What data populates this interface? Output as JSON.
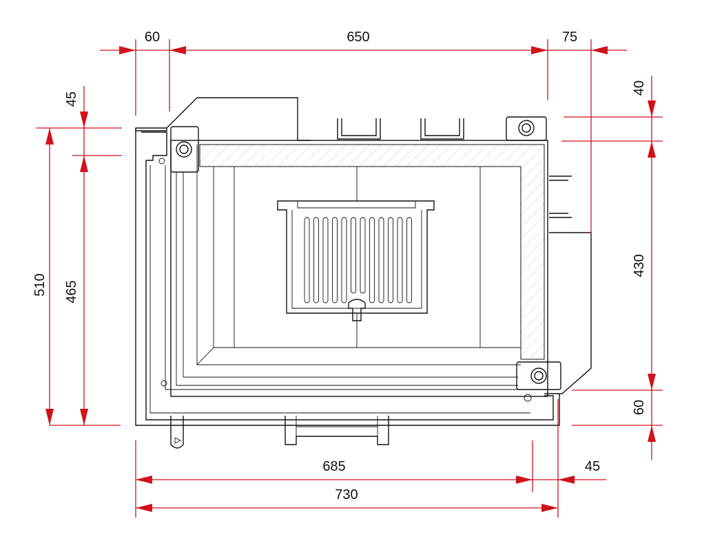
{
  "drawing": {
    "title": "Fireplace insert top view with dimensions",
    "units": "mm",
    "colors": {
      "dimension": "#d0121b",
      "outline": "#111111"
    }
  },
  "dimensions": {
    "top_left_offset": "60",
    "top_width": "650",
    "top_right_offset": "75",
    "left_top_offset": "45",
    "left_total_depth": "510",
    "left_inner_depth": "465",
    "right_top_offset": "40",
    "right_depth": "430",
    "right_bottom_offset": "60",
    "bottom_inner_width": "685",
    "bottom_right_offset": "45",
    "bottom_total_width": "730"
  }
}
